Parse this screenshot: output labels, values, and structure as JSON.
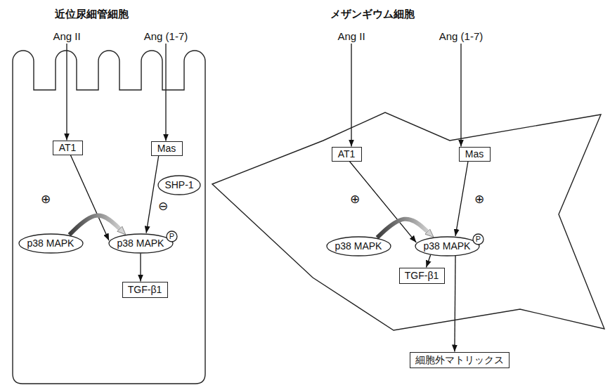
{
  "diagram": {
    "nodes": [
      {
        "text": [
          "近位尿細管細胞"
        ]
      },
      {
        "text": [
          "Ang II"
        ]
      },
      {
        "text": [
          "Ang (1-7)"
        ]
      },
      {
        "text": [
          "AT1"
        ],
        "in": 0
      },
      {
        "text": [
          "Mas"
        ],
        "in": 0
      },
      {
        "text": [
          "SHP-1"
        ],
        "in": 0
      },
      {
        "text": [
          "p38 MAPK"
        ],
        "in": 0
      },
      {
        "text": [
          "p38 MAPK"
        ],
        "in": 0
      },
      {
        "text": [
          "P"
        ],
        "in": 0
      },
      {
        "text": [
          "TGF-β1"
        ],
        "in": 0
      },
      {
        "text": [
          "メザンギウム細胞"
        ]
      },
      {
        "text": [
          "Ang II"
        ]
      },
      {
        "text": [
          "Ang (1-7)"
        ]
      },
      {
        "text": [
          "AT1"
        ],
        "in": 10
      },
      {
        "text": [
          "Mas"
        ],
        "in": 10
      },
      {
        "text": [
          "p38 MAPK"
        ],
        "in": 10
      },
      {
        "text": [
          "p38 MAPK"
        ],
        "in": 10
      },
      {
        "text": [
          "P"
        ],
        "in": 10
      },
      {
        "text": [
          "TGF-β1"
        ],
        "in": 10
      },
      {
        "text": [
          "細胞外マトリックス"
        ]
      }
    ],
    "edges": [
      {
        "from": 1,
        "to": 3,
        "arrow": "to"
      },
      {
        "from": 2,
        "to": 4,
        "arrow": "to"
      },
      {
        "from": 3,
        "to": 7,
        "arrow": "to"
      },
      {
        "from": 4,
        "to": 7,
        "arrow": "to"
      },
      {
        "from": 6,
        "to": 7,
        "arrow": "to"
      },
      {
        "from": 7,
        "to": 9,
        "arrow": "to"
      },
      {
        "from": 11,
        "to": 13,
        "arrow": "to"
      },
      {
        "from": 12,
        "to": 14,
        "arrow": "to"
      },
      {
        "from": 13,
        "to": 16,
        "arrow": "to"
      },
      {
        "from": 14,
        "to": 16,
        "arrow": "to"
      },
      {
        "from": 15,
        "to": 16,
        "arrow": "to"
      },
      {
        "from": 16,
        "to": 18,
        "arrow": "to"
      },
      {
        "from": 16,
        "to": 19,
        "arrow": "to"
      }
    ],
    "labels": [
      "⊕",
      "⊖",
      "⊕",
      "⊕"
    ]
  }
}
